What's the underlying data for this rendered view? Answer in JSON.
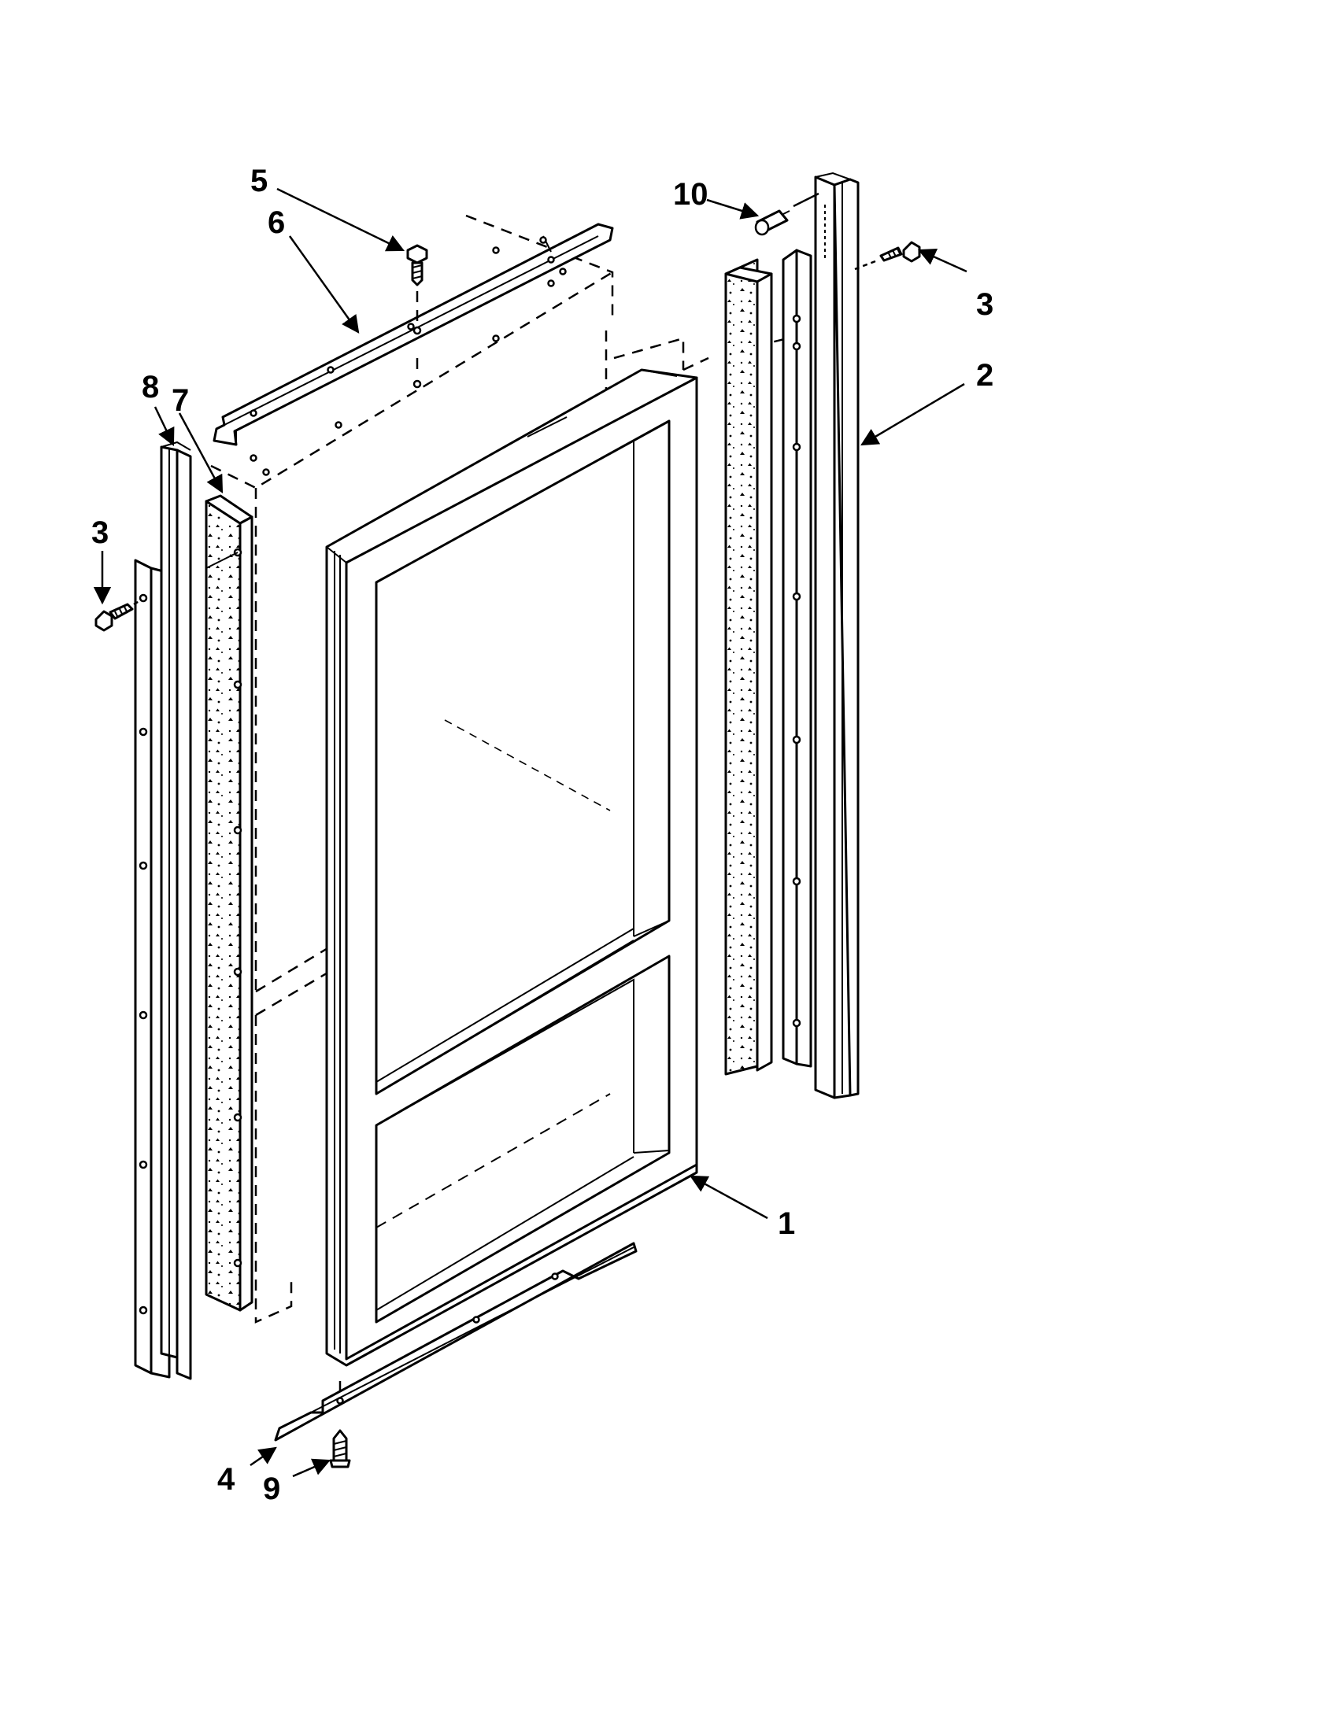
{
  "callouts": [
    {
      "id": "1",
      "label": "1"
    },
    {
      "id": "2",
      "label": "2"
    },
    {
      "id": "3a",
      "label": "3"
    },
    {
      "id": "3b",
      "label": "3"
    },
    {
      "id": "4",
      "label": "4"
    },
    {
      "id": "5",
      "label": "5"
    },
    {
      "id": "6",
      "label": "6"
    },
    {
      "id": "7",
      "label": "7"
    },
    {
      "id": "8",
      "label": "8"
    },
    {
      "id": "9",
      "label": "9"
    },
    {
      "id": "10",
      "label": "10"
    }
  ],
  "colors": {
    "line": "#000000",
    "background": "#ffffff"
  }
}
